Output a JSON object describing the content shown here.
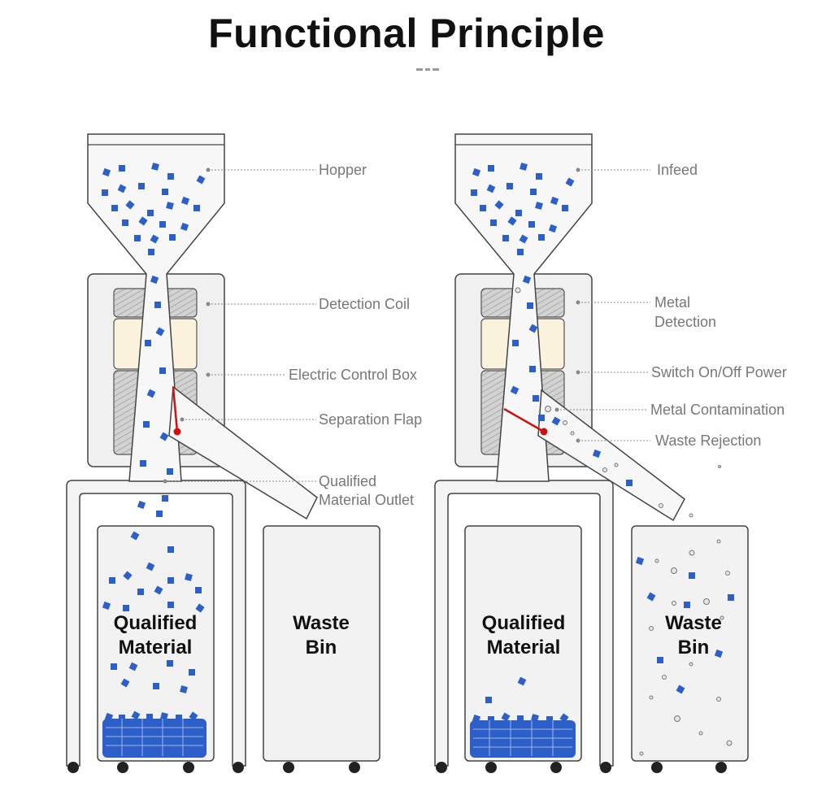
{
  "title": "Functional Principle",
  "left": {
    "labels": {
      "hopper": "Hopper",
      "detection_coil": "Detection Coil",
      "control_box": "Electric Control Box",
      "separation_flap": "Separation Flap",
      "outlet_line1": "Qualified",
      "outlet_line2": "Material Outlet"
    },
    "bins": {
      "qualified_line1": "Qualified",
      "qualified_line2": "Material",
      "waste_line1": "Waste",
      "waste_line2": "Bin"
    }
  },
  "right": {
    "labels": {
      "infeed": "Infeed",
      "metal_detection_line1": "Metal",
      "metal_detection_line2": "Detection",
      "switch_power": "Switch On/Off Power",
      "metal_contamination": "Metal Contamination",
      "waste_rejection": "Waste Rejection"
    },
    "bins": {
      "qualified_line1": "Qualified",
      "qualified_line2": "Material",
      "waste_line1": "Waste",
      "waste_line2": "Bin"
    }
  },
  "colors": {
    "granule": "#2c5fc7",
    "flap": "#cc1111",
    "leader": "#888888",
    "outline": "#444444"
  }
}
